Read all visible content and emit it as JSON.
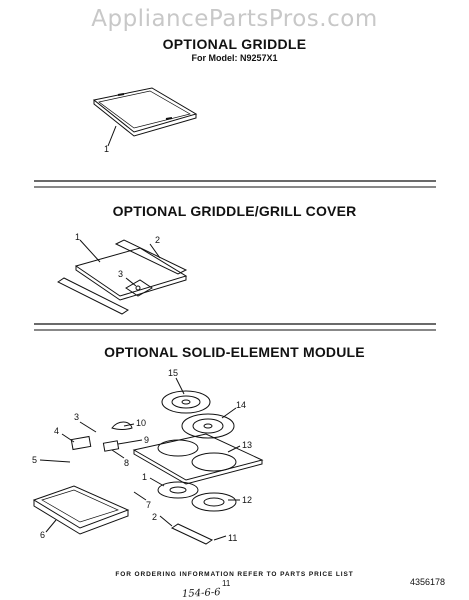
{
  "watermark": "AppliancePartsPros.com",
  "sections": [
    {
      "title": "OPTIONAL GRIDDLE",
      "subtitle": "For Model: N9257X1"
    },
    {
      "title": "OPTIONAL GRIDDLE/GRILL COVER"
    },
    {
      "title": "OPTIONAL SOLID-ELEMENT MODULE"
    }
  ],
  "callouts": {
    "griddle": [
      "1"
    ],
    "cover": [
      "1",
      "2",
      "3"
    ],
    "module": [
      "15",
      "14",
      "3",
      "10",
      "4",
      "9",
      "13",
      "5",
      "8",
      "1",
      "7",
      "12",
      "6",
      "2",
      "11"
    ]
  },
  "footer": {
    "note": "FOR ORDERING INFORMATION REFER TO PARTS PRICE LIST",
    "page": "11",
    "part_number": "4356178",
    "handwritten": "154-6-6"
  }
}
